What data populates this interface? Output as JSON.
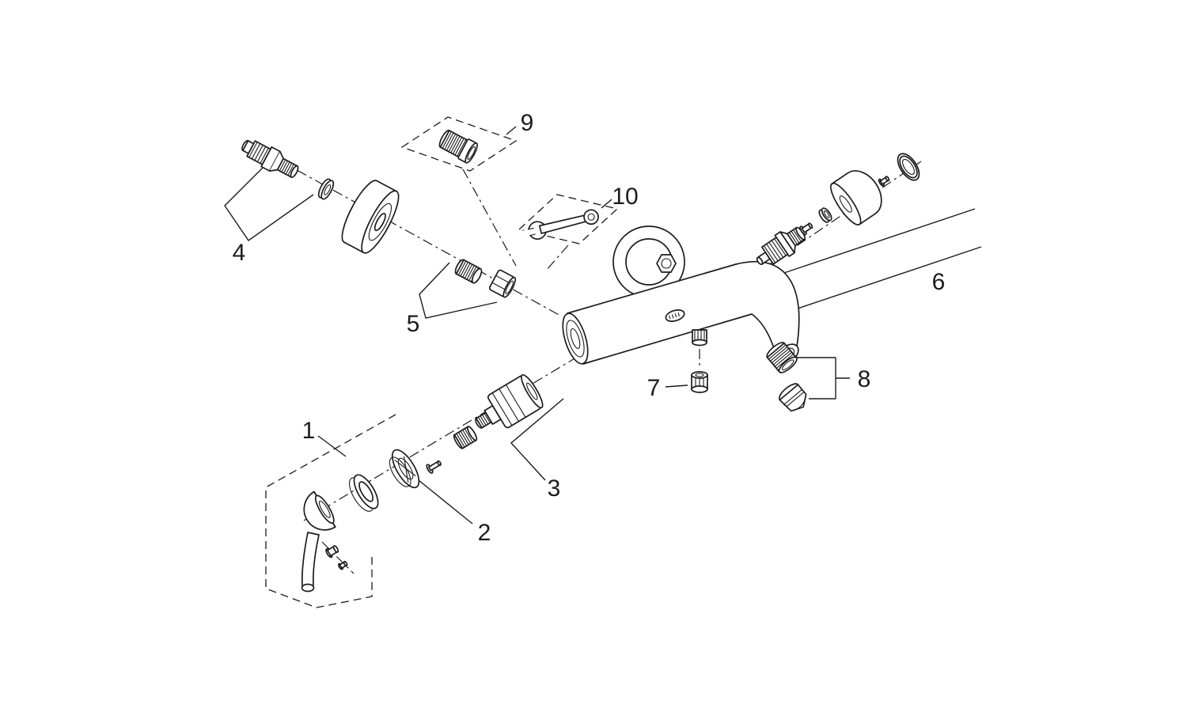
{
  "diagram": {
    "kind": "exploded-parts-diagram",
    "background_color": "#ffffff",
    "line_color": "#1c1c1c",
    "callouts": {
      "c1": "1",
      "c2": "2",
      "c3": "3",
      "c4": "4",
      "c5": "5",
      "c6": "6",
      "c7": "7",
      "c8": "8",
      "c9": "9",
      "c10": "10"
    }
  }
}
